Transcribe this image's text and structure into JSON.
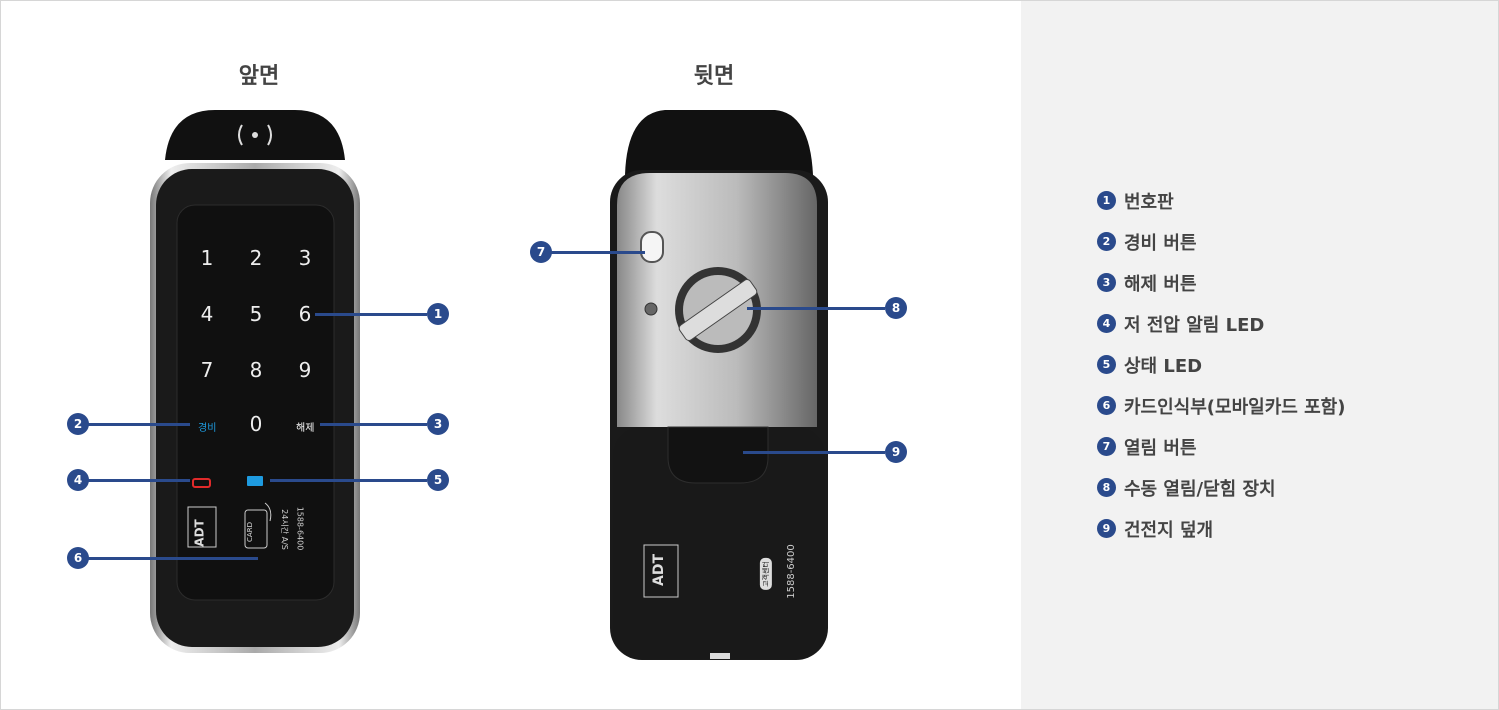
{
  "front": {
    "title": "앞면",
    "keys": [
      "1",
      "2",
      "3",
      "4",
      "5",
      "6",
      "7",
      "8",
      "9",
      "0"
    ],
    "alarm_label": "경비",
    "release_label": "해제",
    "brand": "ADT",
    "card_label": "CARD",
    "service_line1": "24시간 A/S",
    "service_line2": "1588-6400"
  },
  "back": {
    "title": "뒷면",
    "brand": "ADT",
    "center_label": "고객센터",
    "phone": "1588-6400"
  },
  "callouts": [
    "1",
    "2",
    "3",
    "4",
    "5",
    "6",
    "7",
    "8",
    "9"
  ],
  "legend": [
    {
      "num": "1",
      "text": "번호판"
    },
    {
      "num": "2",
      "text": "경비 버튼"
    },
    {
      "num": "3",
      "text": "해제 버튼"
    },
    {
      "num": "4",
      "text": "저 전압 알림 LED"
    },
    {
      "num": "5",
      "text": "상태 LED"
    },
    {
      "num": "6",
      "text": "카드인식부(모바일카드 포함)"
    },
    {
      "num": "7",
      "text": "열림 버튼"
    },
    {
      "num": "8",
      "text": "수동 열림/닫힘 장치"
    },
    {
      "num": "9",
      "text": "건전지 덮개"
    }
  ],
  "colors": {
    "accent": "#2a4a8c",
    "panel": "#f2f2f2",
    "led_status": "#1e9be0",
    "led_low": "#e02a2a"
  }
}
